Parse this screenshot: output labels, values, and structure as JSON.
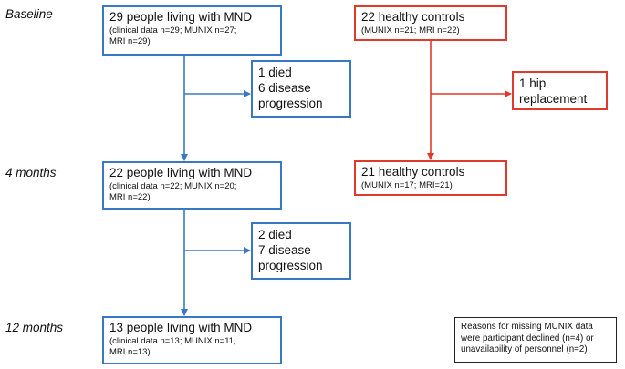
{
  "timepoints": {
    "baseline": "Baseline",
    "month4": "4 months",
    "month12": "12 months"
  },
  "mnd": {
    "baseline": {
      "title": "29 people living with MND",
      "detail_lines": [
        "(clinical data n=29; MUNIX n=27;",
        "MRI n=29)"
      ]
    },
    "month4": {
      "title": "22 people living with MND",
      "detail_lines": [
        "(clinical data n=22; MUNIX n=20;",
        "MRI n=22)"
      ]
    },
    "month12": {
      "title": "13 people living with MND",
      "detail_lines": [
        "(clinical data n=13; MUNIX n=11,",
        "MRI n=13)"
      ]
    },
    "dropout1": [
      "1 died",
      "6 disease",
      "progression"
    ],
    "dropout2": [
      "2 died",
      "7 disease",
      "progression"
    ]
  },
  "controls": {
    "baseline": {
      "title": "22 healthy controls",
      "detail_lines": [
        "(MUNIX n=21; MRI n=22)"
      ]
    },
    "month4": {
      "title": "21 healthy controls",
      "detail_lines": [
        "(MUNIX n=17; MRI=21)"
      ]
    },
    "dropout1": [
      "1 hip",
      "replacement"
    ]
  },
  "note_lines": [
    "Reasons for missing MUNIX data",
    "were participant declined (n=4) or",
    "unavailability of personnel (n=2)"
  ],
  "colors": {
    "mnd": "#3b78c4",
    "controls": "#e03a2c",
    "note": "#222222"
  }
}
